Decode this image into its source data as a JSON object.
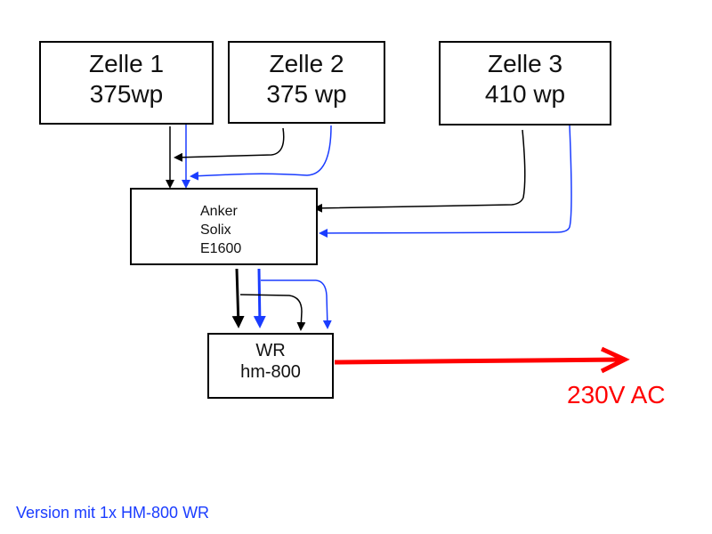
{
  "diagram": {
    "cells": [
      {
        "name": "Zelle 1",
        "power": "375wp"
      },
      {
        "name": "Zelle 2",
        "power": "375 wp"
      },
      {
        "name": "Zelle 3",
        "power": "410 wp"
      }
    ],
    "battery": {
      "line1": "Anker",
      "line2": "Solix",
      "line3": "E1600"
    },
    "inverter": {
      "line1": "WR",
      "line2": "hm-800"
    },
    "output_label": "230V AC",
    "caption": "Version mit 1x HM-800 WR",
    "colors": {
      "positive_wire": "#000000",
      "negative_wire": "#1a3cff",
      "ac_output": "#ff0000",
      "marker": "#107010"
    }
  }
}
